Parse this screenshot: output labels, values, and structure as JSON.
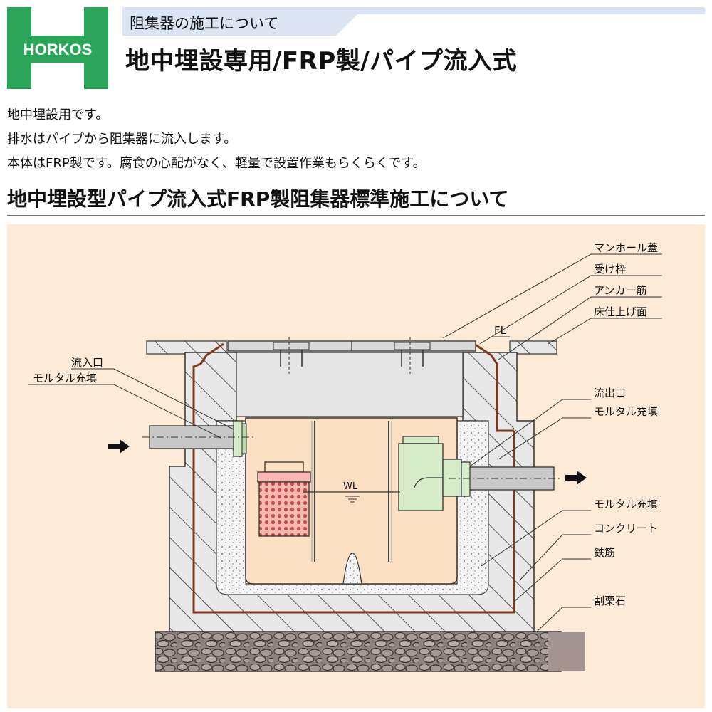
{
  "logo": {
    "text": "HORKOS",
    "color": "#2aa55a"
  },
  "header": {
    "category": "阻集器の施工について",
    "title": "地中埋設専用/FRP製/パイプ流入式",
    "band_color": "#dbe4f2"
  },
  "intro": [
    "地中埋設用です。",
    "排水はパイプから阻集器に流入します。",
    "本体はFRP製です。腐食の心配がなく、軽量で設置作業もらくらくです。"
  ],
  "section_title": "地中埋設型パイプ流入式FRP製阻集器標準施工について",
  "diagram": {
    "background": "#fdebd8",
    "labels": {
      "manhole_cover": "マンホール蓋",
      "frame": "受け枠",
      "anchor_bar": "アンカー筋",
      "floor_finish": "床仕上げ面",
      "fl": "FL",
      "inlet": "流入口",
      "mortar_in": "モルタル充填",
      "outlet": "流出口",
      "mortar_out": "モルタル充填",
      "mortar_fill": "モルタル充填",
      "concrete": "コンクリート",
      "rebar": "鉄筋",
      "gravel": "割栗石",
      "wl": "WL"
    },
    "colors": {
      "tank": "#fce0c4",
      "basket": "#f5b8b3",
      "trap": "#d6ecc8",
      "rebar": "#7a3b20",
      "concrete": "#e6e6e6",
      "pipe": "#c8c8c8"
    }
  }
}
